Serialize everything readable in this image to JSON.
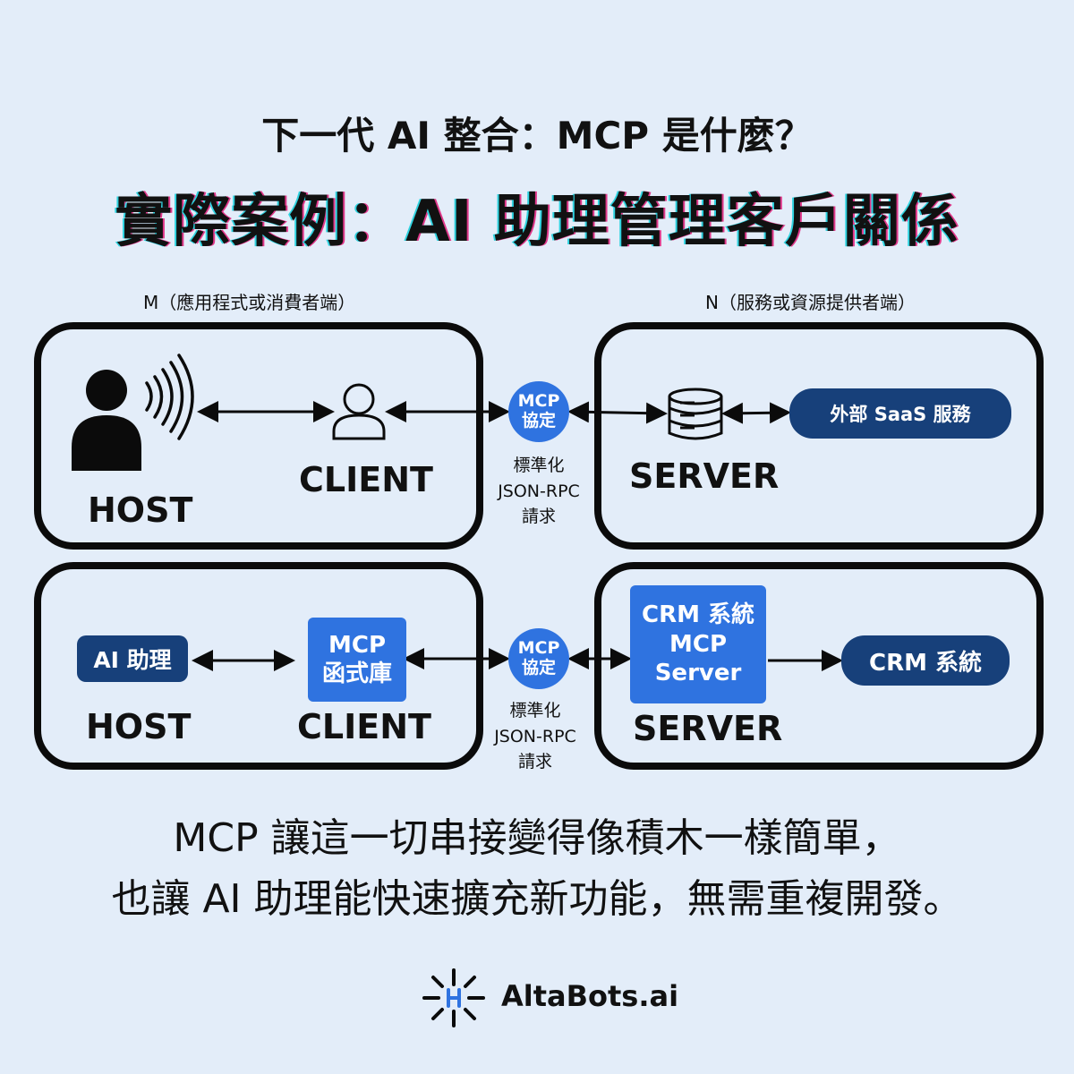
{
  "header": {
    "title": "下一代 AI 整合：MCP 是什麼？",
    "subtitle": "實際案例：AI 助理管理客戶關係"
  },
  "captions": {
    "left": "M（應用程式或消費者端）",
    "right": "N（服務或資源提供者端）"
  },
  "row1": {
    "host_label": "HOST",
    "client_label": "CLIENT",
    "server_label": "SERVER",
    "mcp_line1": "MCP",
    "mcp_line2": "協定",
    "rpc_line1": "標準化",
    "rpc_line2": "JSON-RPC",
    "rpc_line3": "請求",
    "saas_label": "外部 SaaS  服務",
    "icons": [
      "person-speaking-icon",
      "user-outline-icon",
      "database-server-icon"
    ]
  },
  "row2": {
    "host_box": "AI 助理",
    "host_label": "HOST",
    "client_box_line1": "MCP",
    "client_box_line2": "函式庫",
    "client_label": "CLIENT",
    "mcp_line1": "MCP",
    "mcp_line2": "協定",
    "rpc_line1": "標準化",
    "rpc_line2": "JSON-RPC",
    "rpc_line3": "請求",
    "server_box_line1": "CRM 系統",
    "server_box_line2": "MCP",
    "server_box_line3": "Server",
    "server_label": "SERVER",
    "crm_label": "CRM 系統"
  },
  "footer_text": {
    "line1": "MCP 讓這一切串接變得像積木一樣簡單，",
    "line2": "也讓 AI 助理能快速擴充新功能，無需重複開發。"
  },
  "brand": {
    "name": "AltaBots.ai",
    "icon": "spark-logo-icon"
  },
  "colors": {
    "background": "#e3edf9",
    "accent_blue": "#2f73e0",
    "dark_navy": "#17407a",
    "border": "#0b0b0b"
  }
}
